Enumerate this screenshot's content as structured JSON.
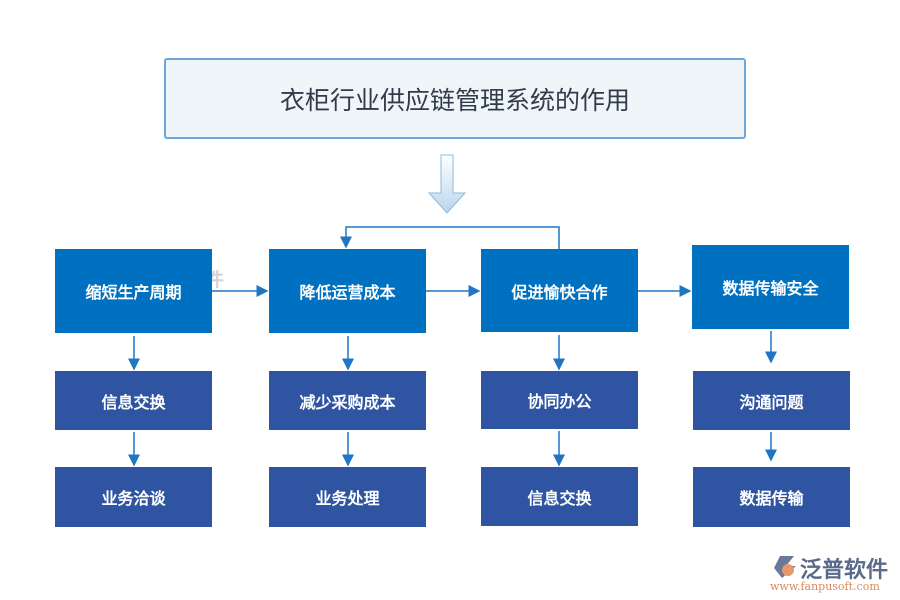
{
  "title": "衣柜行业供应链管理系统的作用",
  "columns": [
    {
      "main": "缩短生产周期",
      "items": [
        "信息交换",
        "业务洽谈"
      ]
    },
    {
      "main": "降低运营成本",
      "items": [
        "减少采购成本",
        "业务处理"
      ]
    },
    {
      "main": "促进愉快合作",
      "items": [
        "协同办公",
        "信息交换"
      ]
    },
    {
      "main": "数据传输安全",
      "items": [
        "沟通问题",
        "数据传输"
      ]
    }
  ],
  "watermark": "泛普软件",
  "logo": {
    "name": "泛普软件",
    "url": "www.fanpusoft.com"
  },
  "colors": {
    "main_box": "#0070c0",
    "sub_box": "#2e54a2",
    "arrow": "#1f77c4",
    "title_bg": "#eef6fa",
    "title_border": "#6ea6d8"
  }
}
